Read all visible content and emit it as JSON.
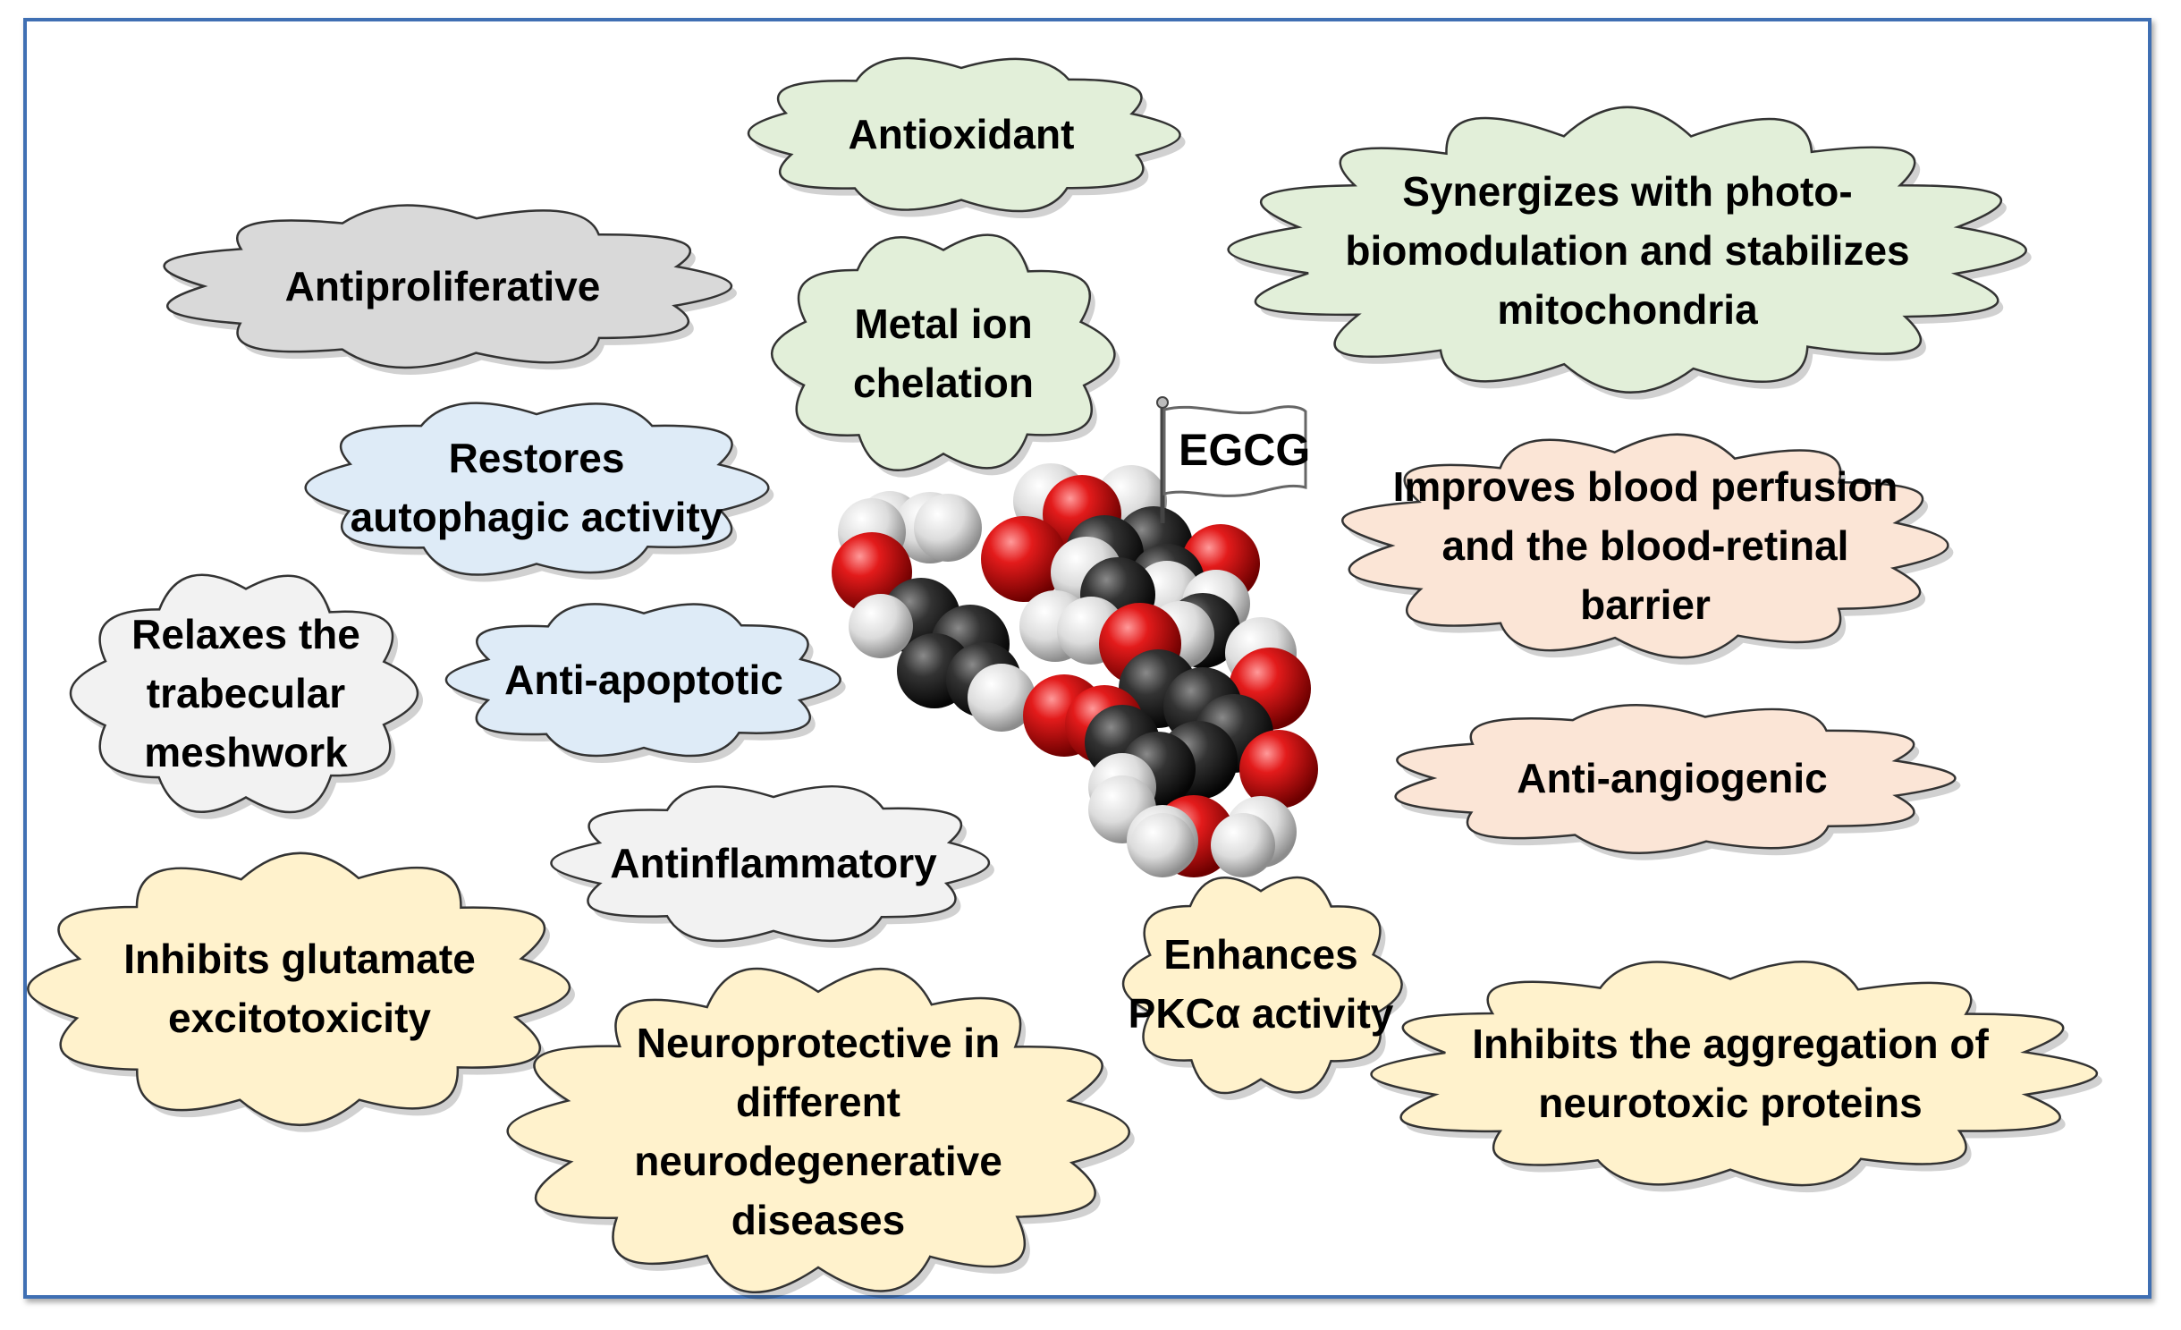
{
  "center": {
    "molecule_name": "EGCG"
  },
  "clouds": [
    {
      "id": "antioxidant",
      "lines": [
        "Antioxidant"
      ],
      "fill": "#e2efd9"
    },
    {
      "id": "metal-ion-chelation",
      "lines": [
        "Metal ion",
        "chelation"
      ],
      "fill": "#e2efd9"
    },
    {
      "id": "photobiomodulation",
      "lines": [
        "Synergizes with photo-",
        "biomodulation  and stabilizes",
        "mitochondria"
      ],
      "fill": "#e2efd9"
    },
    {
      "id": "antiproliferative",
      "lines": [
        "Antiproliferative"
      ],
      "fill": "#d9d9d9"
    },
    {
      "id": "autophagic",
      "lines": [
        "Restores",
        "autophagic  activity"
      ],
      "fill": "#deebf7"
    },
    {
      "id": "blood-perfusion",
      "lines": [
        "Improves blood  perfusion",
        "and the blood-retinal",
        "barrier"
      ],
      "fill": "#fbe5d6"
    },
    {
      "id": "trabecular",
      "lines": [
        "Relaxes the",
        "trabecular",
        "meshwork"
      ],
      "fill": "#f2f2f2"
    },
    {
      "id": "anti-apoptotic",
      "lines": [
        "Anti-apoptotic"
      ],
      "fill": "#deebf7"
    },
    {
      "id": "anti-angiogenic",
      "lines": [
        "Anti-angiogenic"
      ],
      "fill": "#fbe5d6"
    },
    {
      "id": "antinflammatory",
      "lines": [
        "Antinflammatory"
      ],
      "fill": "#f2f2f2"
    },
    {
      "id": "glutamate",
      "lines": [
        "Inhibits glutamate",
        "excitotoxicity"
      ],
      "fill": "#fff2cc"
    },
    {
      "id": "pkc",
      "lines": [
        "Enhances",
        "PKCα activity"
      ],
      "fill": "#fff2cc"
    },
    {
      "id": "neuroprotective",
      "lines": [
        "Neuroprotective  in",
        "different",
        "neurodegenerative",
        "diseases"
      ],
      "fill": "#fff2cc"
    },
    {
      "id": "aggregation",
      "lines": [
        "Inhibits the aggregation  of",
        "neurotoxic  proteins"
      ],
      "fill": "#fff2cc"
    }
  ],
  "colors": {
    "frame": "#3f6fb3",
    "oxygen": "#e01010",
    "carbon": "#2a2a2a",
    "hydrogen": "#e8e8e8",
    "outline": "#555555"
  }
}
